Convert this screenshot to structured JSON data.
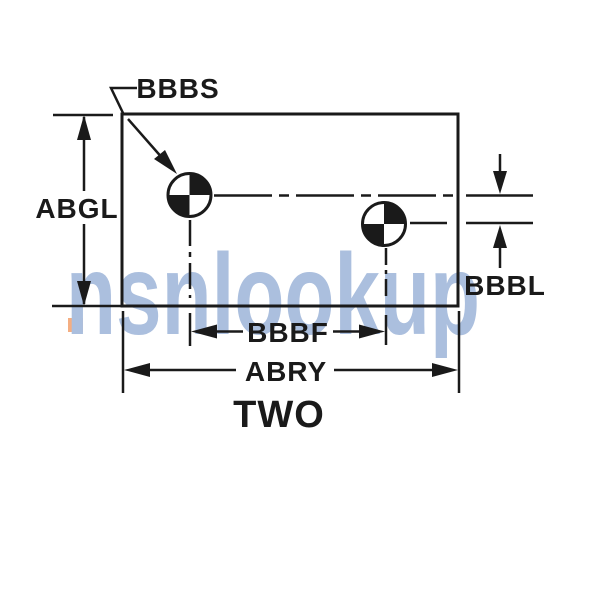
{
  "figure": {
    "caption": "TWO",
    "watermark": {
      "text": "nsnlookup",
      "color": "#abbfde",
      "accent_color": "#f4ae82"
    },
    "labels": {
      "target_symbol": "BBBS",
      "vertical_height": "ABGL",
      "target_offset": "BBBL",
      "target_spacing": "BBBF",
      "overall_width": "ABRY"
    },
    "icons": {
      "datum_target": "datum-target-icon (circle with filled opposite quadrants)"
    },
    "colors": {
      "line": "#1a1a1a",
      "background": "#ffffff"
    }
  }
}
